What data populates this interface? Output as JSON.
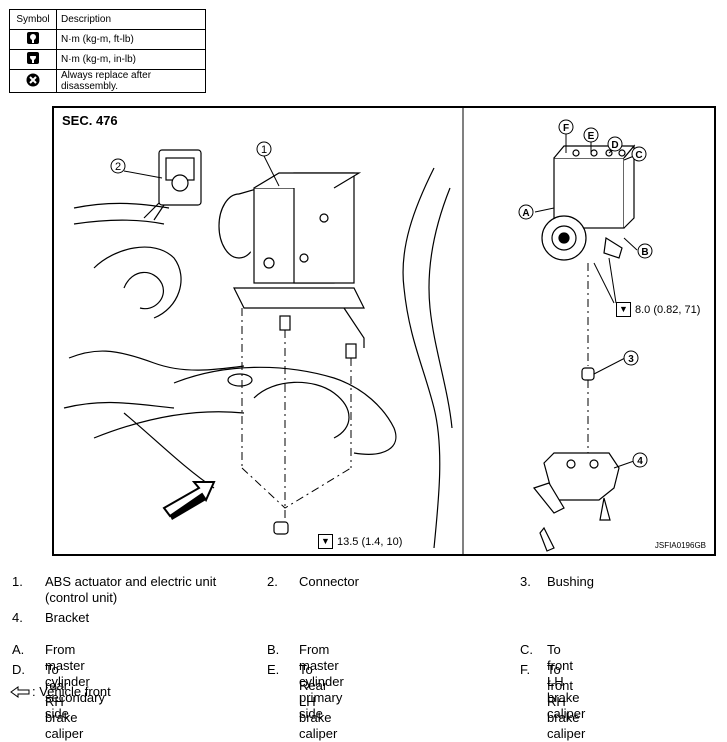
{
  "symbol_table": {
    "header_symbol": "Symbol",
    "header_description": "Description",
    "rows": [
      {
        "icon": "torque-wrench-icon",
        "description": "N·m (kg-m, ft-lb)"
      },
      {
        "icon": "torque-wrench-inlb-icon",
        "description": "N·m (kg-m, in-lb)"
      },
      {
        "icon": "always-replace-icon",
        "description": "Always replace after disassembly."
      }
    ]
  },
  "figure": {
    "section": "SEC. 476",
    "figure_id": "JSFIA0196GB",
    "callouts_left": [
      "1",
      "2"
    ],
    "callouts_right": [
      "F",
      "E",
      "D",
      "C",
      "A",
      "B",
      "3",
      "4"
    ],
    "torque_1": "8.0 (0.82, 71)",
    "torque_2": "13.5 (1.4, 10)"
  },
  "legend": {
    "items": [
      {
        "num": "1.",
        "text": "ABS actuator and electric unit (control unit)"
      },
      {
        "num": "2.",
        "text": "Connector"
      },
      {
        "num": "3.",
        "text": "Bushing"
      },
      {
        "num": "4.",
        "text": "Bracket"
      }
    ],
    "letters": [
      {
        "num": "A.",
        "text": "From master cylinder secondary side"
      },
      {
        "num": "B.",
        "text": "From master cylinder primary side"
      },
      {
        "num": "C.",
        "text": "To front LH brake caliper"
      },
      {
        "num": "D.",
        "text": "To rear RH brake caliper"
      },
      {
        "num": "E.",
        "text": "To Rear LH brake caliper"
      },
      {
        "num": "F.",
        "text": "To front RH brake caliper"
      }
    ],
    "vehicle_front": ": Vehicle front"
  }
}
